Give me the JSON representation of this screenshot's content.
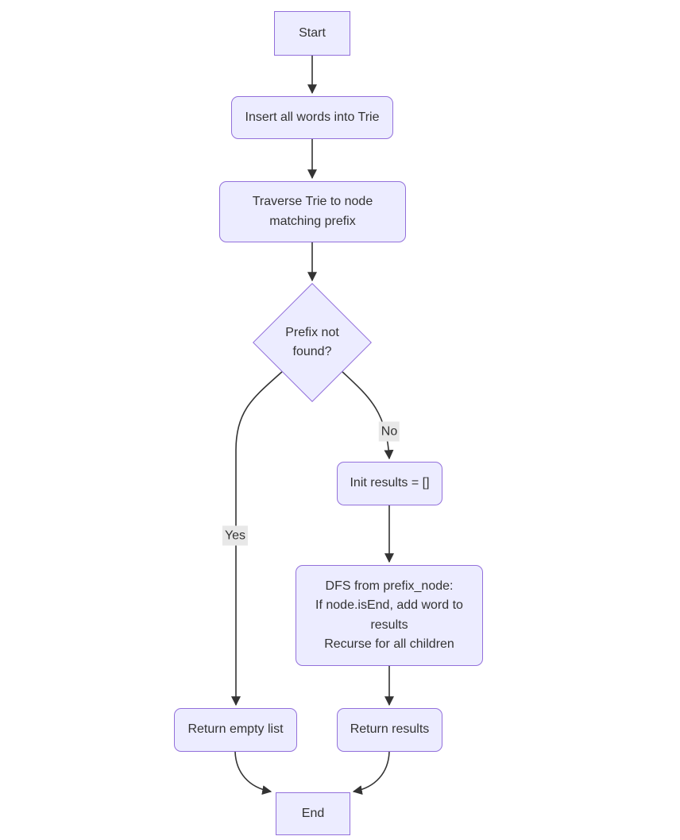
{
  "diagram": {
    "type": "flowchart",
    "direction": "top-down",
    "colors": {
      "node_fill": "#ECECFF",
      "node_border": "#9370DB",
      "edge_stroke": "#333333",
      "edge_label_bg": "#e8e8e8",
      "text": "#333333",
      "background": "#ffffff"
    },
    "nodes": {
      "start": {
        "label": "Start",
        "shape": "rectangle"
      },
      "insert": {
        "label": "Insert all words into Trie",
        "shape": "rounded"
      },
      "traverse": {
        "label": "Traverse Trie to node\nmatching prefix",
        "shape": "rounded"
      },
      "decision": {
        "label": "Prefix not\nfound?",
        "shape": "diamond"
      },
      "init": {
        "label": "Init results = []",
        "shape": "rounded"
      },
      "dfs": {
        "label": "DFS from prefix_node:\nIf node.isEnd, add word to\nresults\nRecurse for all children",
        "shape": "rounded"
      },
      "return_empty": {
        "label": "Return empty list",
        "shape": "rounded"
      },
      "return_results": {
        "label": "Return results",
        "shape": "rounded"
      },
      "end": {
        "label": "End",
        "shape": "rectangle"
      }
    },
    "edges": [
      {
        "from": "start",
        "to": "insert",
        "label": ""
      },
      {
        "from": "insert",
        "to": "traverse",
        "label": ""
      },
      {
        "from": "traverse",
        "to": "decision",
        "label": ""
      },
      {
        "from": "decision",
        "to": "return_empty",
        "label": "Yes"
      },
      {
        "from": "decision",
        "to": "init",
        "label": "No"
      },
      {
        "from": "init",
        "to": "dfs",
        "label": ""
      },
      {
        "from": "dfs",
        "to": "return_results",
        "label": ""
      },
      {
        "from": "return_empty",
        "to": "end",
        "label": ""
      },
      {
        "from": "return_results",
        "to": "end",
        "label": ""
      }
    ],
    "edge_labels": {
      "yes": "Yes",
      "no": "No"
    }
  }
}
